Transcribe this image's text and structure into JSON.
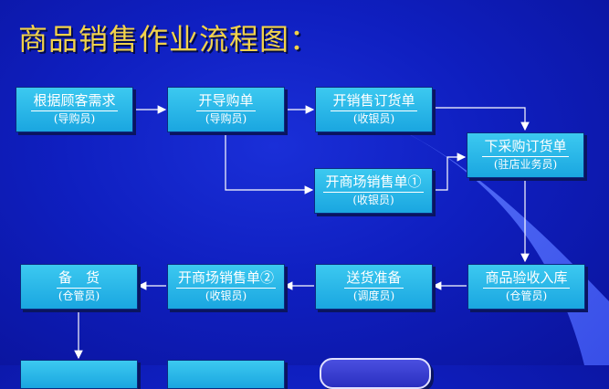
{
  "title": "商品销售作业流程图：",
  "nodes": {
    "n1": {
      "label": "根据顾客需求",
      "role": "(导购员)"
    },
    "n2": {
      "label": "开导购单",
      "role": "(导购员)"
    },
    "n3": {
      "label": "开销售订货单",
      "role": "(收银员)"
    },
    "n4": {
      "label": "下采购订货单",
      "role": "(驻店业务员)"
    },
    "n5": {
      "label": "开商场销售单①",
      "role": "(收银员)"
    },
    "n6": {
      "label": "商品验收入库",
      "role": "(仓管员)"
    },
    "n7": {
      "label": "送货准备",
      "role": "(调度员)"
    },
    "n8": {
      "label": "开商场销售单②",
      "role": "(收银员)"
    },
    "n9": {
      "label": "备　货",
      "role": "(仓管员)"
    }
  },
  "colors": {
    "box": "#22b4e8",
    "title": "#f2d24a",
    "arrow": "#ffffff"
  }
}
